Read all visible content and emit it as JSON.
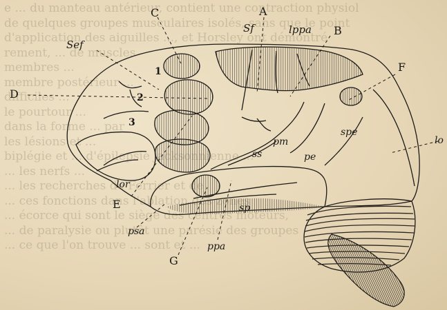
{
  "background_text": [
    "e ... du manteau antérieur, contient une contraction physiol",
    "de quelques groupes musculaires isolés, sans que le point",
    "d'application des aiguilles ..., et Horsley ont démontré",
    "rement, ... de muscles",
    "membres ...",
    "membre postérieur ...",
    "difficiles ...",
    "le pourtour ...",
    "dans la forme ... par",
    "les lésions et ...",
    "biplégie et ... d'épilepsie jacksonnienne ...",
    "... les nerfs ...",
    "... les recherches de Ferrier et de",
    "... ces fonctions dans l'ablation des zones",
    "... écorce qui sont le siège des centres moteurs,",
    "... de paralysie ou plutôt une parésie des groupes",
    "... ce que l'on trouve ... sont et ..."
  ],
  "labels": {
    "A": "A",
    "B": "B",
    "C": "C",
    "D": "D",
    "E": "E",
    "F": "F",
    "G": "G",
    "Sf": "Sf",
    "lppa": "lppa",
    "Sef": "Sef",
    "n1": "1",
    "n2": "2",
    "n3": "3",
    "ss": "ss",
    "pm": "pm",
    "pe": "pe",
    "spe": "spe",
    "lor": "lor",
    "sp": "sp",
    "psa": "psa",
    "ppa": "ppa",
    "lo": "lo"
  },
  "colors": {
    "ink": "#1c1a17",
    "hatch": "#3a342c",
    "paper": "#eadcc0"
  }
}
